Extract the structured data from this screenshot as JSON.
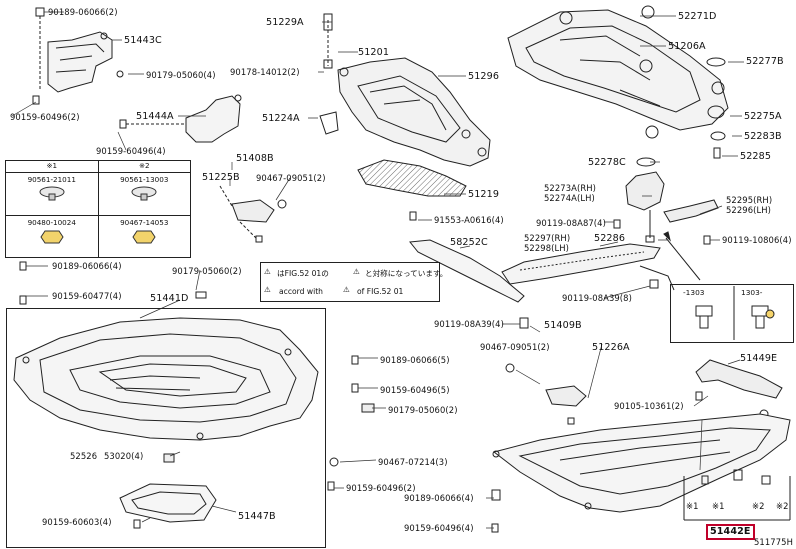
{
  "labels": {
    "l01": "90189-06066(2)",
    "l02": "51443C",
    "l03": "90179-05060(4)",
    "l04": "90159-60496(2)",
    "l05": "51444A",
    "l06": "90159-60496(4)",
    "l07": "51229A",
    "l08": "51201",
    "l09": "90178-14012(2)",
    "l10": "51296",
    "l11": "51224A",
    "l12": "51408B",
    "l13": "51225B",
    "l14": "90467-09051(2)",
    "l15": "51219",
    "l16": "91553-A0616(4)",
    "l17": "58252C",
    "l18": "52271D",
    "l19": "51206A",
    "l20": "52277B",
    "l21": "52275A",
    "l22": "52283B",
    "l23": "52285",
    "l24": "52278C",
    "l25": "52273A(RH)",
    "l26": "52274A(LH)",
    "l27": "90119-08A87(4)",
    "l28": "52295(RH)",
    "l29": "52296(LH)",
    "l30": "52286",
    "l31": "90119-10806(4)",
    "l32": "52297(RH)",
    "l33": "52298(LH)",
    "l34": "90189-06066(4)",
    "l35": "90179-05060(2)",
    "l36": "90159-60477(4)",
    "l37": "51441D",
    "l38": "90119-08A39(8)",
    "l39": "90119-08A39(4)",
    "l40": "51409B",
    "l41": "90467-09051(2)",
    "l42": "51226A",
    "l43": "90189-06066(5)",
    "l44": "90159-60496(5)",
    "l45": "90179-05060(2)",
    "l46": "51449E",
    "l47": "90105-10361(2)",
    "l48": "52526",
    "l49": "53020(4)",
    "l50": "90467-07214(3)",
    "l51": "90159-60496(2)",
    "l52": "90189-06066(4)",
    "l53": "51447B",
    "l54": "90159-60603(4)",
    "l55": "90159-60496(4)",
    "l56": "51442E",
    "l57": "511775H",
    "l58": "※1",
    "l59": "※1",
    "l60": "※2",
    "l61": "※2"
  },
  "fastener_table": {
    "headers": [
      "※1",
      "※2"
    ],
    "rows": [
      [
        "90561-21011",
        "90561-13003"
      ],
      [
        "90480-10024",
        "90467-14053"
      ]
    ]
  },
  "notice": {
    "line1a": "はFIG.52 01の",
    "line1b": "と対称になっています。",
    "line2a": "accord with",
    "line2b": "of FIG.52 01"
  },
  "date_inset": {
    "col1": "-1303",
    "col2": "1303-"
  }
}
